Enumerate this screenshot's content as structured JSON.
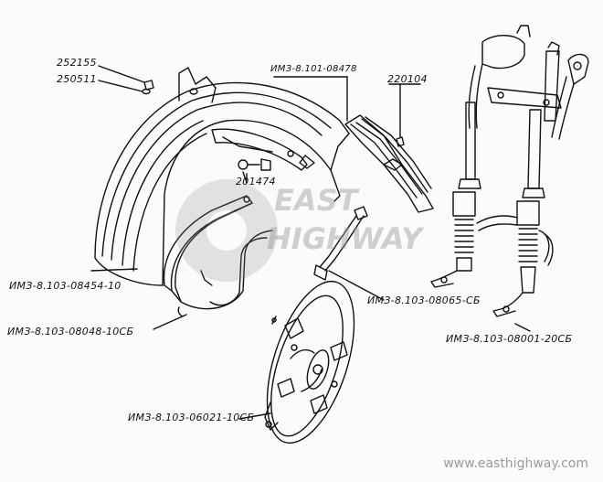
{
  "part_numbers": {
    "nut": "252155",
    "washer": "250511",
    "front_mudguard_stay": "ИМЗ-8.101-08478",
    "bolt": "220104",
    "mudguard_bolt": "201474",
    "front_mudguard": "ИМЗ-8.103-08454-10",
    "mudguard_rail": "ИМЗ-8.103-08048-10СБ",
    "mudguard_bracket": "ИМЗ-8.103-08065-СБ",
    "front_fork": "ИМЗ-8.103-08001-20СБ",
    "brake_shield": "ИМЗ-8.103-06021-10СБ"
  },
  "watermark": {
    "line1": "EAST",
    "line2": "HIGHWAY",
    "url": "www.easthighway.com"
  },
  "colors": {
    "ink": "#111111",
    "watermark_grey": "#9a9a9a",
    "paper": "#fbfbfa"
  }
}
